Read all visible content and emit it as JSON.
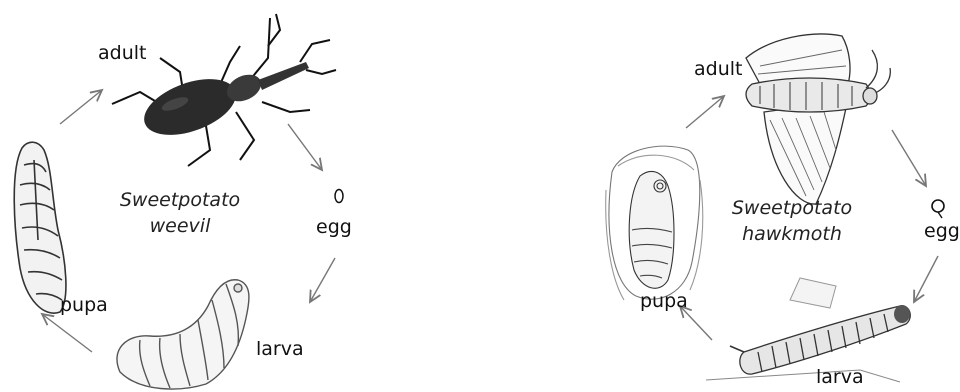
{
  "weevil": {
    "title_line1": "Sweetpotato",
    "title_line2": "weevil",
    "stages": {
      "adult": "adult",
      "egg": "egg",
      "larva": "larva",
      "pupa": "pupa"
    }
  },
  "hawkmoth": {
    "title_line1": "Sweetpotato",
    "title_line2": "hawkmoth",
    "stages": {
      "adult": "adult",
      "egg": "egg",
      "larva": "larva",
      "pupa": "pupa"
    }
  },
  "colors": {
    "ink": "#111111",
    "arrow": "#777777",
    "beetle": "#2b2b2b"
  }
}
